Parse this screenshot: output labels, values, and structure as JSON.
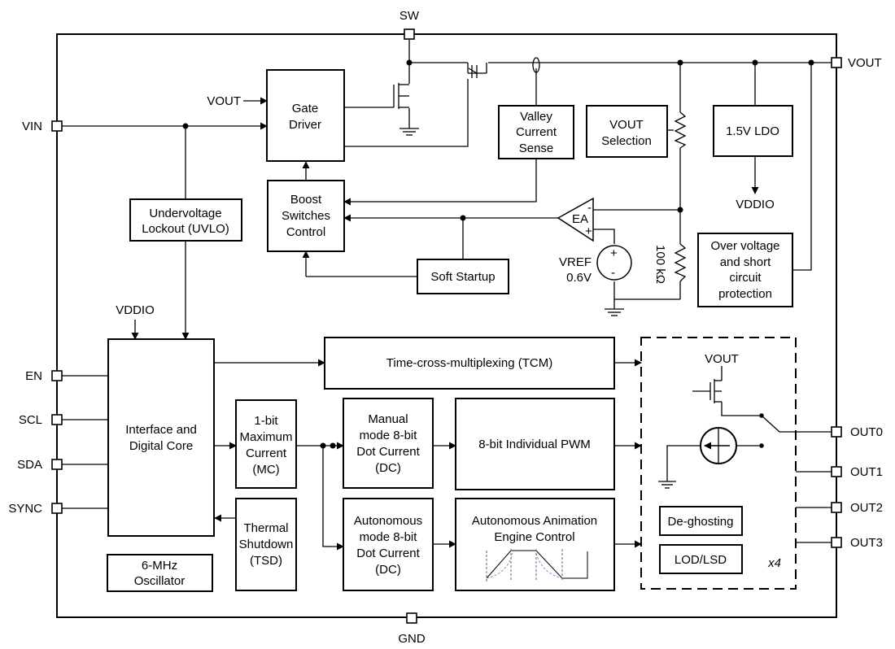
{
  "pins": {
    "sw": "SW",
    "vout": "VOUT",
    "vin": "VIN",
    "en": "EN",
    "scl": "SCL",
    "sda": "SDA",
    "sync": "SYNC",
    "gnd": "GND",
    "out0": "OUT0",
    "out1": "OUT1",
    "out2": "OUT2",
    "out3": "OUT3"
  },
  "labels": {
    "gate_vout": "VOUT",
    "vddio_top": "VDDIO",
    "vddio_ldo": "VDDIO",
    "ea": "EA",
    "vref_l1": "VREF",
    "vref_l2": "0.6V",
    "resistor": "100 kΩ",
    "ch_vout": "VOUT",
    "x4": "x4"
  },
  "blocks": {
    "gate_driver": [
      "Gate",
      "Driver"
    ],
    "valley": [
      "Valley",
      "Current",
      "Sense"
    ],
    "vout_sel": [
      "VOUT",
      "Selection"
    ],
    "ldo": [
      "1.5V LDO"
    ],
    "uvlo": [
      "Undervoltage",
      "Lockout (UVLO)"
    ],
    "boost": [
      "Boost",
      "Switches",
      "Control"
    ],
    "soft_start": [
      "Soft Startup"
    ],
    "ovp": [
      "Over voltage",
      "and short",
      "circuit",
      "protection"
    ],
    "digital_core": [
      "Interface and",
      "Digital Core"
    ],
    "tcm": [
      "Time-cross-multiplexing (TCM)"
    ],
    "mc": [
      "1-bit",
      "Maximum",
      "Current",
      "(MC)"
    ],
    "manual_dc": [
      "Manual",
      "mode 8-bit",
      "Dot Current",
      "(DC)"
    ],
    "pwm": [
      "8-bit Individual PWM"
    ],
    "tsd": [
      "Thermal",
      "Shutdown",
      "(TSD)"
    ],
    "auto_dc": [
      "Autonomous",
      "mode 8-bit",
      "Dot Current",
      "(DC)"
    ],
    "anim": [
      "Autonomous Animation",
      "Engine Control"
    ],
    "osc": [
      "6-MHz",
      "Oscillator"
    ],
    "deghost": [
      "De-ghosting"
    ],
    "lod": [
      "LOD/LSD"
    ]
  }
}
